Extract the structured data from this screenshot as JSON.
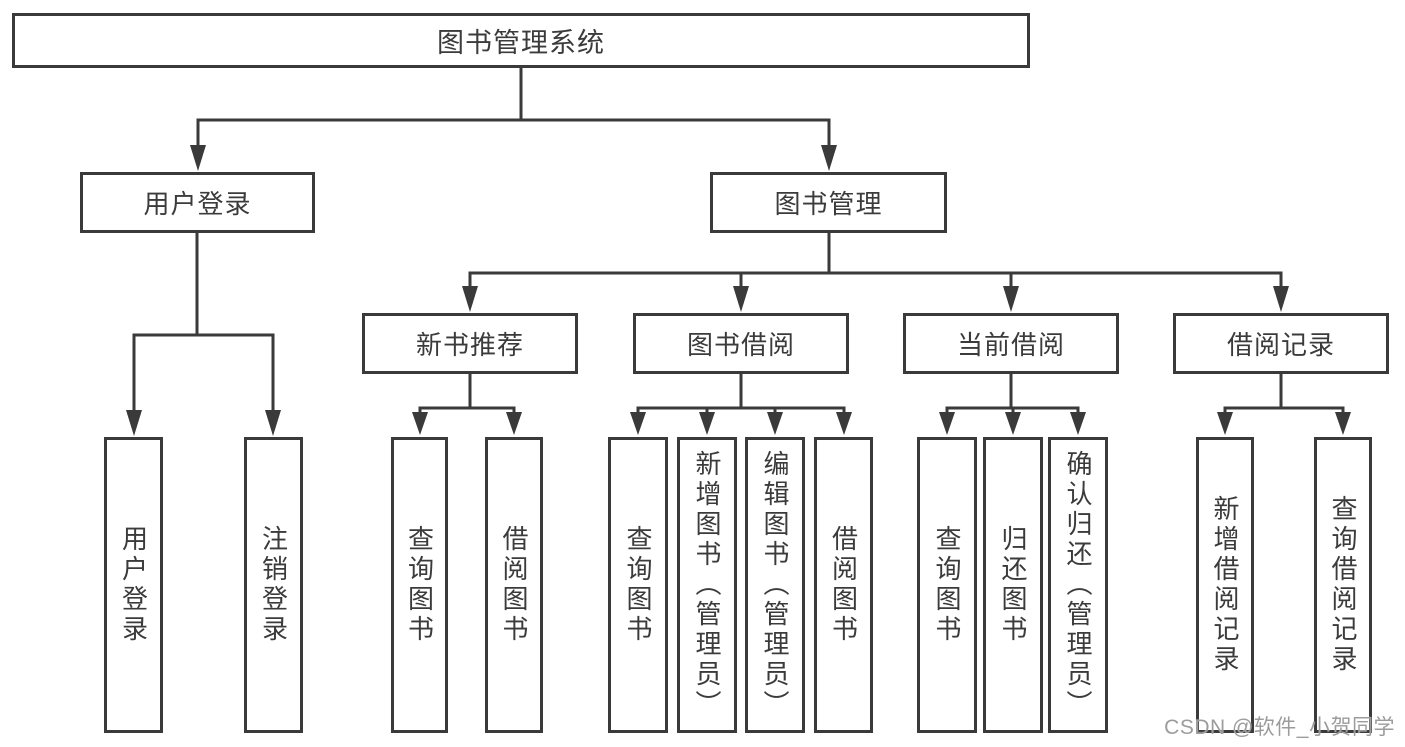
{
  "diagram": {
    "type": "hierarchy-tree",
    "root": {
      "label": "图书管理系统",
      "children": [
        {
          "label": "用户登录",
          "children": [
            {
              "label": "用户登录"
            },
            {
              "label": "注销登录"
            }
          ]
        },
        {
          "label": "图书管理",
          "children": [
            {
              "label": "新书推荐",
              "children": [
                {
                  "label": "查询图书"
                },
                {
                  "label": "借阅图书"
                }
              ]
            },
            {
              "label": "图书借阅",
              "children": [
                {
                  "label": "查询图书"
                },
                {
                  "label": "新增图书（管理员）"
                },
                {
                  "label": "编辑图书（管理员）"
                },
                {
                  "label": "借阅图书"
                }
              ]
            },
            {
              "label": "当前借阅",
              "children": [
                {
                  "label": "查询图书"
                },
                {
                  "label": "归还图书"
                },
                {
                  "label": "确认归还（管理员）"
                }
              ]
            },
            {
              "label": "借阅记录",
              "children": [
                {
                  "label": "新增借阅记录"
                },
                {
                  "label": "查询借阅记录"
                }
              ]
            }
          ]
        }
      ]
    }
  },
  "watermark": {
    "text": "CSDN @软件_小贺同学"
  },
  "colors": {
    "line": "#3a3a3a",
    "box_border": "#3a3a3a",
    "text": "#3b3b3b",
    "watermark": "#9c9c9c",
    "background": "#ffffff"
  }
}
